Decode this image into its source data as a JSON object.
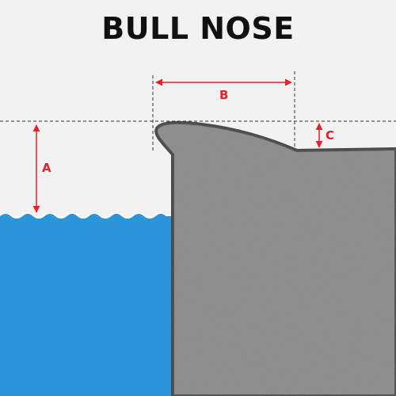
{
  "title": "BULL NOSE",
  "labels": {
    "a": "A",
    "b": "B",
    "c": "C"
  },
  "colors": {
    "background": "#f2f2f2",
    "water": "#2a95d8",
    "stone": "#8a8a8a",
    "outline": "#4a4a4a",
    "dimension": "#e8202a",
    "guide": "#333333"
  }
}
